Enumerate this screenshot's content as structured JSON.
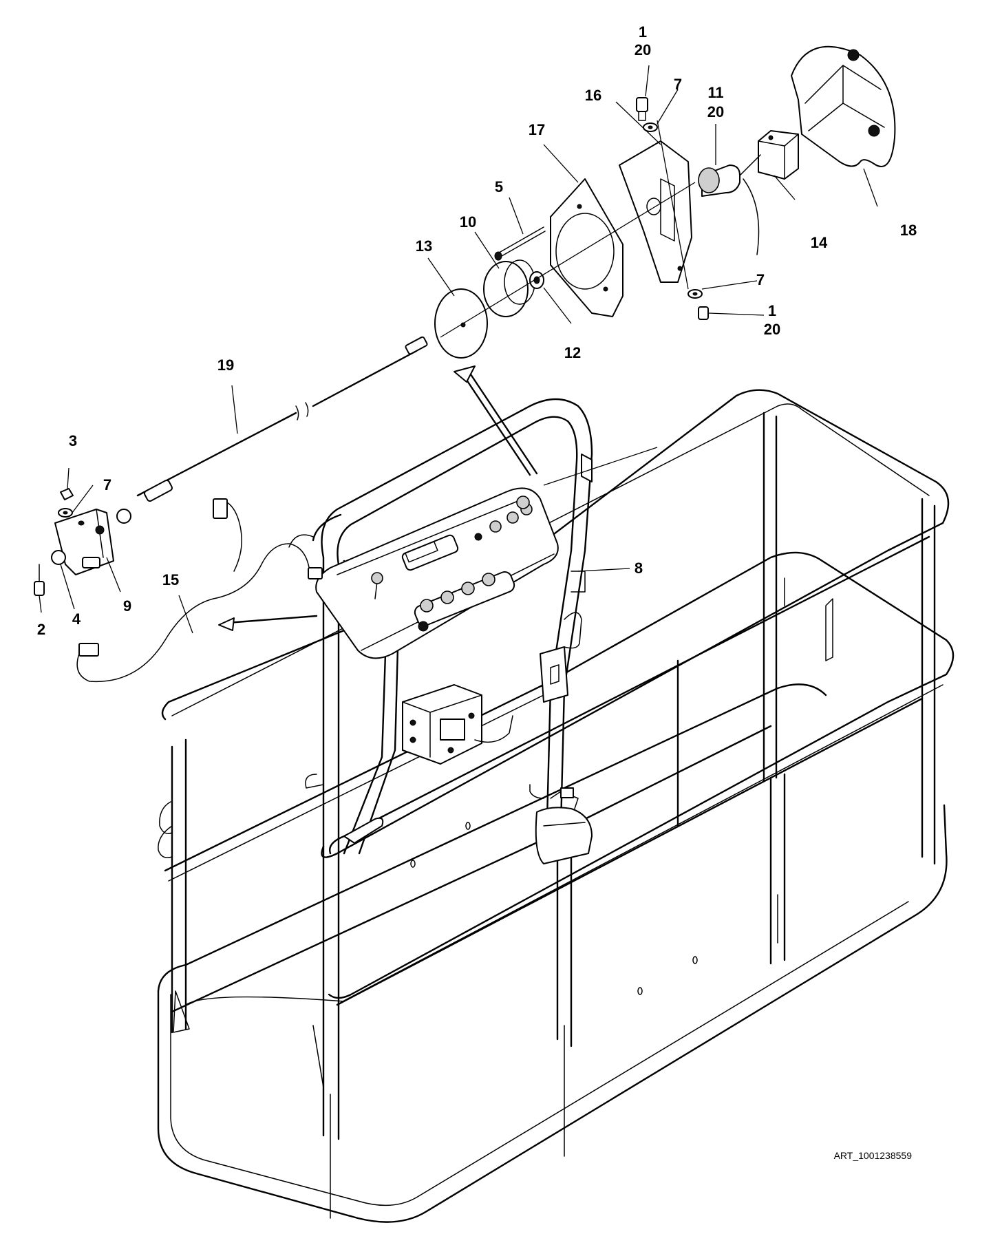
{
  "callouts": {
    "c1a": "1",
    "c20a": "20",
    "c7a": "7",
    "c11": "11",
    "c20b": "20",
    "c16": "16",
    "c17": "17",
    "c5": "5",
    "c10": "10",
    "c13": "13",
    "c12": "12",
    "c14": "14",
    "c18": "18",
    "c7b": "7",
    "c1b": "1",
    "c20c": "20",
    "c19": "19",
    "c3": "3",
    "c7c": "7",
    "c9": "9",
    "c4": "4",
    "c2": "2",
    "c15": "15",
    "c8": "8"
  },
  "art_id": "ART_1001238559"
}
